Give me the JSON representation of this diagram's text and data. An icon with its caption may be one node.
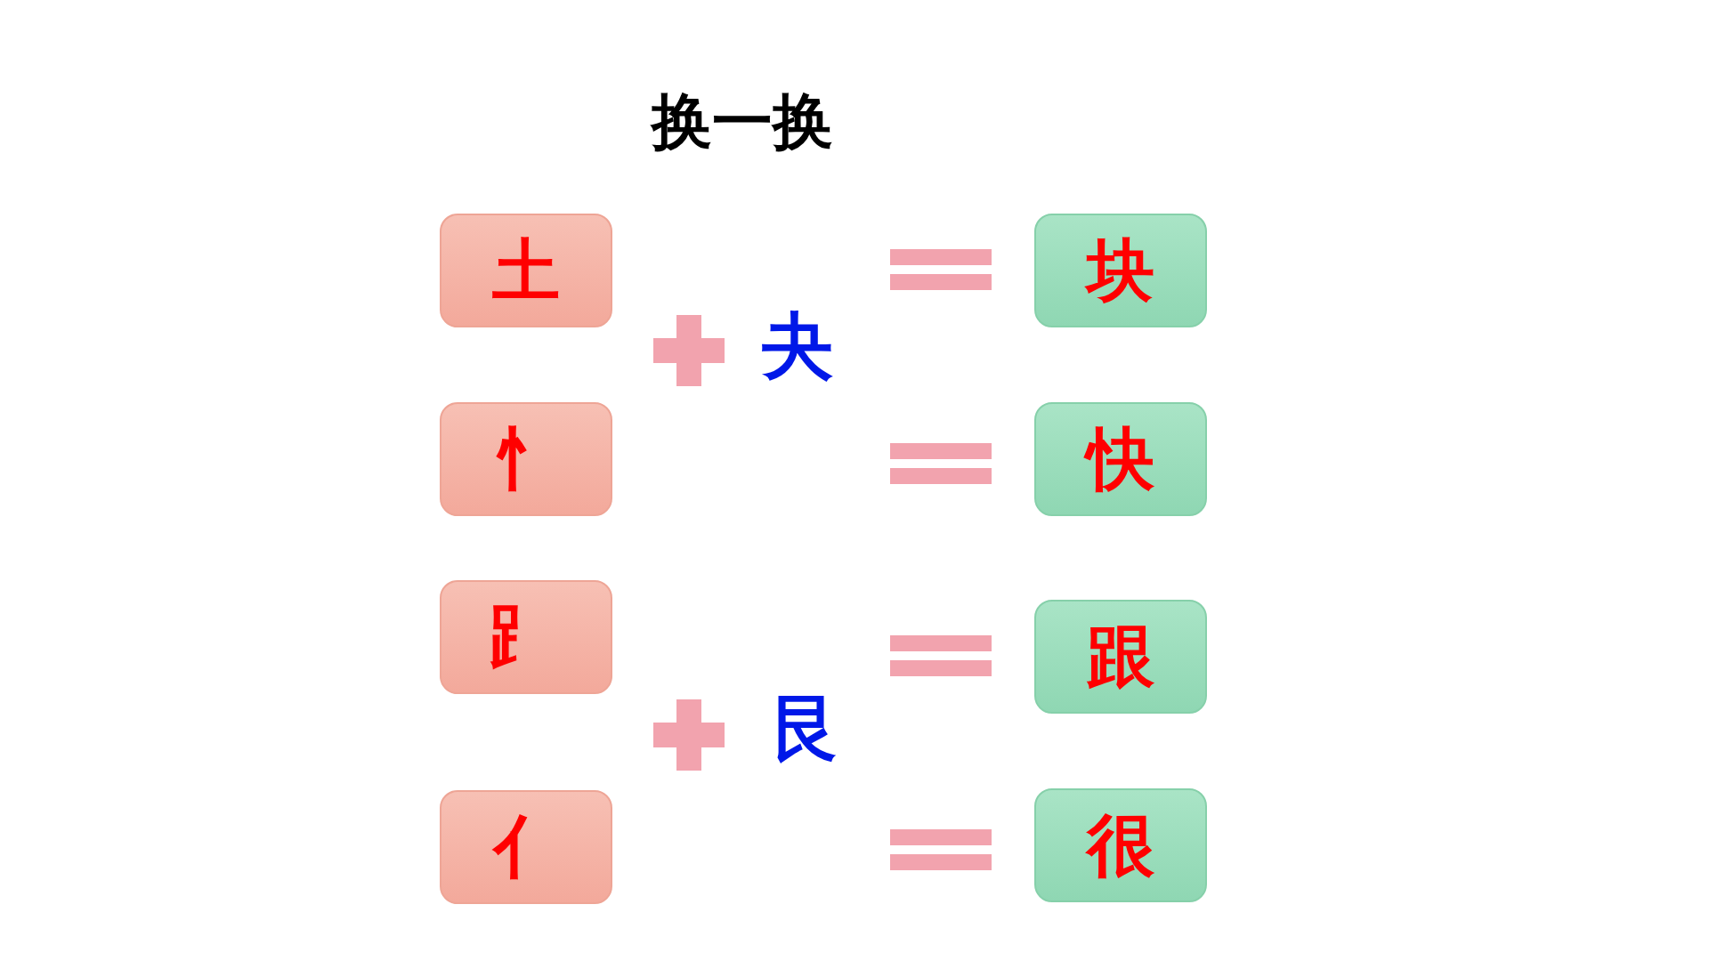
{
  "diagram": {
    "title": "换一换",
    "nodes": [
      {
        "text": [
          "土"
        ]
      },
      {
        "text": [
          "忄"
        ]
      },
      {
        "text": [
          "⻊"
        ]
      },
      {
        "text": [
          "亻"
        ]
      },
      {
        "text": [
          "块"
        ]
      },
      {
        "text": [
          "快"
        ]
      },
      {
        "text": [
          "跟"
        ]
      },
      {
        "text": [
          "很"
        ]
      }
    ],
    "labels": [
      "夬",
      "艮"
    ]
  }
}
